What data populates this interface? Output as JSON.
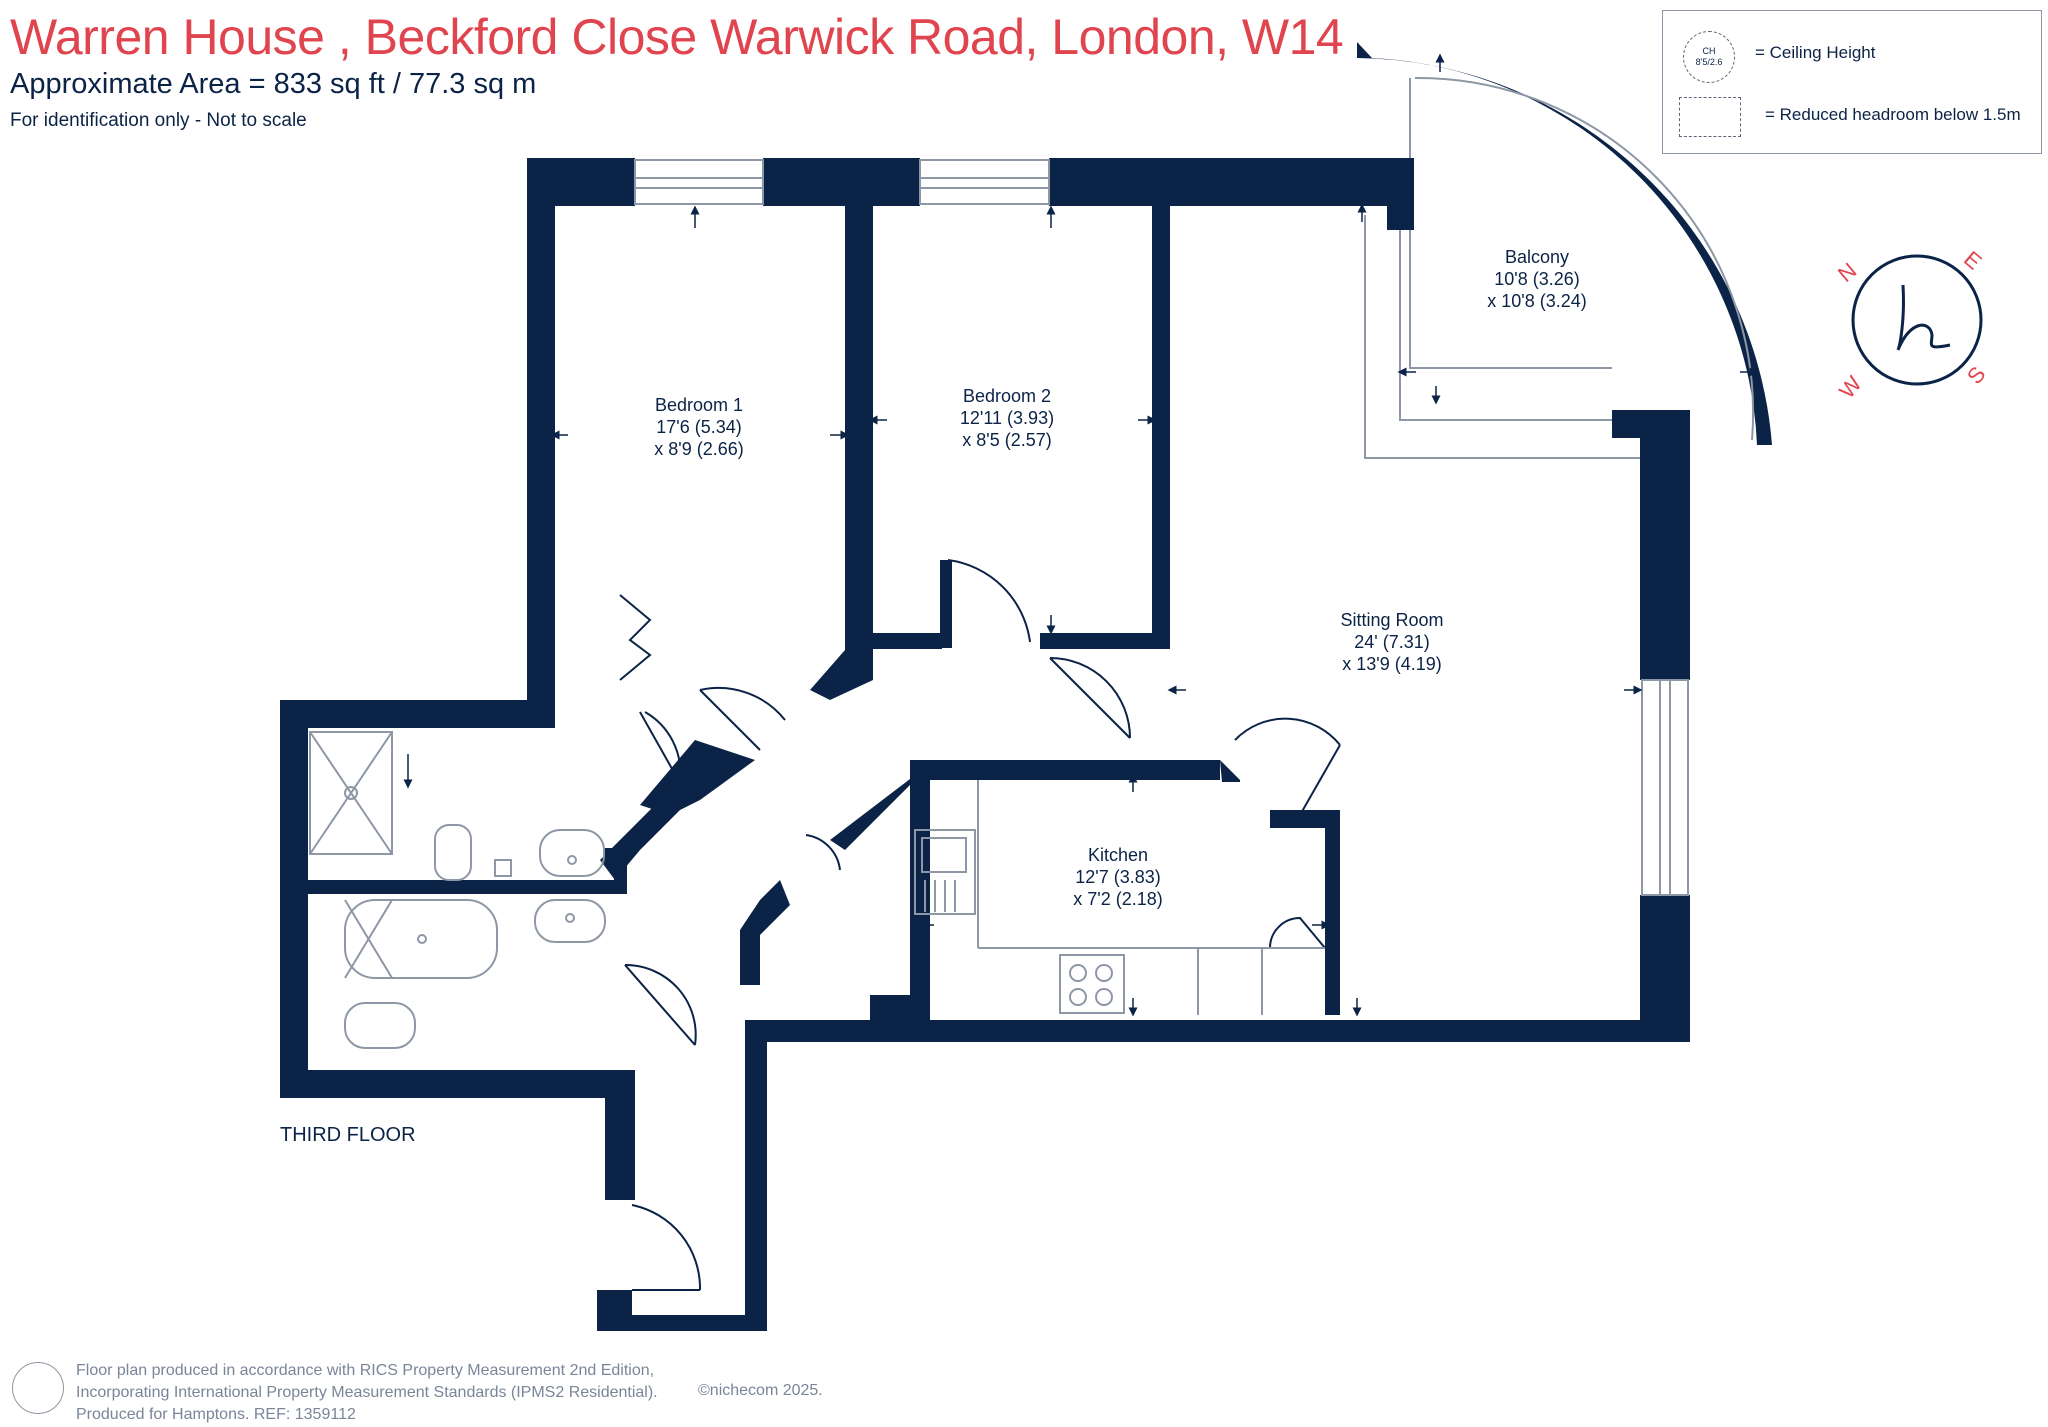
{
  "header": {
    "title": "Warren House , Beckford Close Warwick Road, London, W14",
    "area": "Approximate Area = 833 sq ft / 77.3 sq m",
    "note": "For identification only - Not to scale"
  },
  "legend": {
    "ch_top": "CH",
    "ch_bottom": "8'5/2.6",
    "ceiling_label": "= Ceiling Height",
    "reduced_label": "= Reduced headroom below 1.5m"
  },
  "compass": {
    "n": "N",
    "e": "E",
    "s": "S",
    "w": "W"
  },
  "rooms": {
    "bedroom1": {
      "name": "Bedroom 1",
      "dim1": "17'6 (5.34)",
      "dim2": "x 8'9 (2.66)"
    },
    "bedroom2": {
      "name": "Bedroom 2",
      "dim1": "12'11 (3.93)",
      "dim2": "x 8'5 (2.57)"
    },
    "balcony": {
      "name": "Balcony",
      "dim1": "10'8 (3.26)",
      "dim2": "x 10'8 (3.24)"
    },
    "sitting": {
      "name": "Sitting Room",
      "dim1": "24' (7.31)",
      "dim2": "x 13'9 (4.19)"
    },
    "kitchen": {
      "name": "Kitchen",
      "dim1": "12'7 (3.83)",
      "dim2": "x 7'2 (2.18)"
    }
  },
  "floor_label": "THIRD FLOOR",
  "footer": {
    "line1": "Floor plan produced in accordance with RICS Property Measurement 2nd Edition,",
    "line2": "Incorporating International Property Measurement Standards (IPMS2 Residential).",
    "line3": "Produced for Hamptons.   REF:  1359112",
    "brand": "©nichecom 2025."
  },
  "colors": {
    "wall": "#0b2346",
    "accent": "#e0454f",
    "grey": "#8e97a6"
  }
}
